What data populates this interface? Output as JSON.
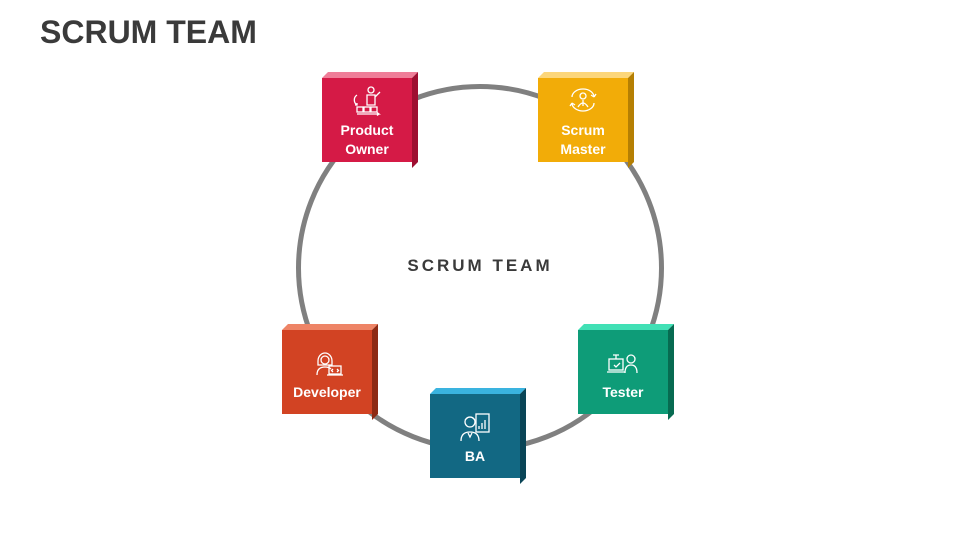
{
  "slide": {
    "title": "SCRUM TEAM"
  },
  "diagram": {
    "center_label": "SCRUM TEAM",
    "roles": [
      {
        "label": "Product\nOwner",
        "icon": "product-owner-icon",
        "front": "#d51a46",
        "top": "#ef7d98",
        "side": "#9e0f31"
      },
      {
        "label": "Scrum\nMaster",
        "icon": "scrum-master-icon",
        "front": "#f2ac08",
        "top": "#fcd67a",
        "side": "#b57f03"
      },
      {
        "label": "Developer",
        "icon": "developer-icon",
        "front": "#d24323",
        "top": "#ee8466",
        "side": "#8e2a14"
      },
      {
        "label": "BA",
        "icon": "business-analyst-icon",
        "front": "#126883",
        "top": "#3ab3df",
        "side": "#0a4557"
      },
      {
        "label": "Tester",
        "icon": "tester-icon",
        "front": "#0e9c78",
        "top": "#41e0b5",
        "side": "#076b51"
      }
    ]
  }
}
